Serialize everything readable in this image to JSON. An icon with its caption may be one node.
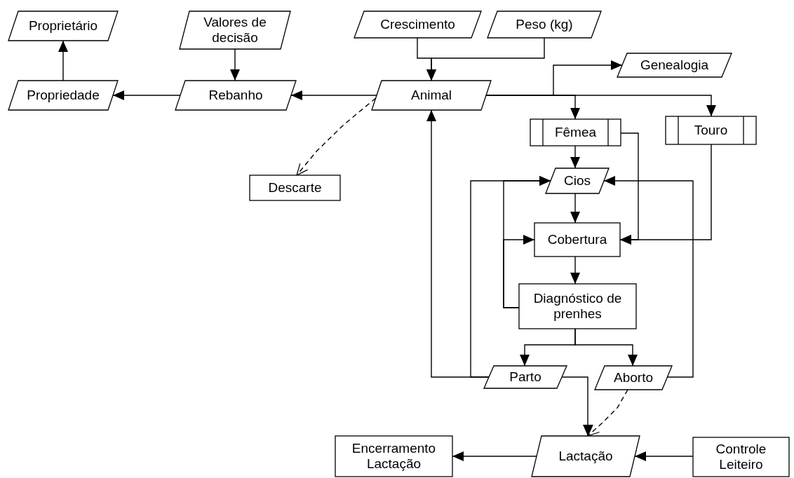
{
  "diagram": {
    "nodes": [
      {
        "text": [
          "Proprietário"
        ]
      },
      {
        "text": [
          "Valores de decisão"
        ]
      },
      {
        "text": [
          "Crescimento"
        ]
      },
      {
        "text": [
          "Peso (kg)"
        ]
      },
      {
        "text": [
          "Propriedade"
        ]
      },
      {
        "text": [
          "Rebanho"
        ]
      },
      {
        "text": [
          "Animal"
        ]
      },
      {
        "text": [
          "Genealogia"
        ]
      },
      {
        "text": [
          "Fêmea"
        ]
      },
      {
        "text": [
          "Touro"
        ]
      },
      {
        "text": [
          "Descarte"
        ]
      },
      {
        "text": [
          "Cios"
        ]
      },
      {
        "text": [
          "Cobertura"
        ]
      },
      {
        "text": [
          "Diagnóstico de prenhes"
        ]
      },
      {
        "text": [
          "Parto"
        ]
      },
      {
        "text": [
          "Aborto"
        ]
      },
      {
        "text": [
          "Lactação"
        ]
      },
      {
        "text": [
          "Encerramento Lactação"
        ]
      },
      {
        "text": [
          "Controle Leiteiro"
        ]
      }
    ],
    "edges": [
      {
        "from": 4,
        "to": 0,
        "arrow": "to"
      },
      {
        "from": 1,
        "to": 5,
        "arrow": "to"
      },
      {
        "from": 5,
        "to": 4,
        "arrow": "to"
      },
      {
        "from": 6,
        "to": 5,
        "arrow": "to"
      },
      {
        "from": 6,
        "to": 10,
        "arrow": "to",
        "style": "dashed"
      },
      {
        "from": 2,
        "to": 6,
        "arrow": "to"
      },
      {
        "from": 3,
        "to": 6,
        "arrow": "to"
      },
      {
        "from": 6,
        "to": 7,
        "arrow": "to"
      },
      {
        "from": 6,
        "to": 8,
        "arrow": "to"
      },
      {
        "from": 6,
        "to": 9,
        "arrow": "to"
      },
      {
        "from": 8,
        "to": 11,
        "arrow": "to"
      },
      {
        "from": 8,
        "to": 12,
        "arrow": "to"
      },
      {
        "from": 9,
        "to": 12,
        "arrow": "to"
      },
      {
        "from": 11,
        "to": 12,
        "arrow": "to"
      },
      {
        "from": 12,
        "to": 13,
        "arrow": "to"
      },
      {
        "from": 13,
        "to": 11,
        "arrow": "to"
      },
      {
        "from": 13,
        "to": 12,
        "arrow": "to"
      },
      {
        "from": 13,
        "to": 14,
        "arrow": "to"
      },
      {
        "from": 13,
        "to": 15,
        "arrow": "to"
      },
      {
        "from": 14,
        "to": 6,
        "arrow": "to"
      },
      {
        "from": 14,
        "to": 11,
        "arrow": "to"
      },
      {
        "from": 15,
        "to": 11,
        "arrow": "to"
      },
      {
        "from": 14,
        "to": 16,
        "arrow": "to"
      },
      {
        "from": 15,
        "to": 16,
        "arrow": "to",
        "style": "dashed"
      },
      {
        "from": 16,
        "to": 17,
        "arrow": "to"
      },
      {
        "from": 18,
        "to": 16,
        "arrow": "to"
      }
    ]
  }
}
